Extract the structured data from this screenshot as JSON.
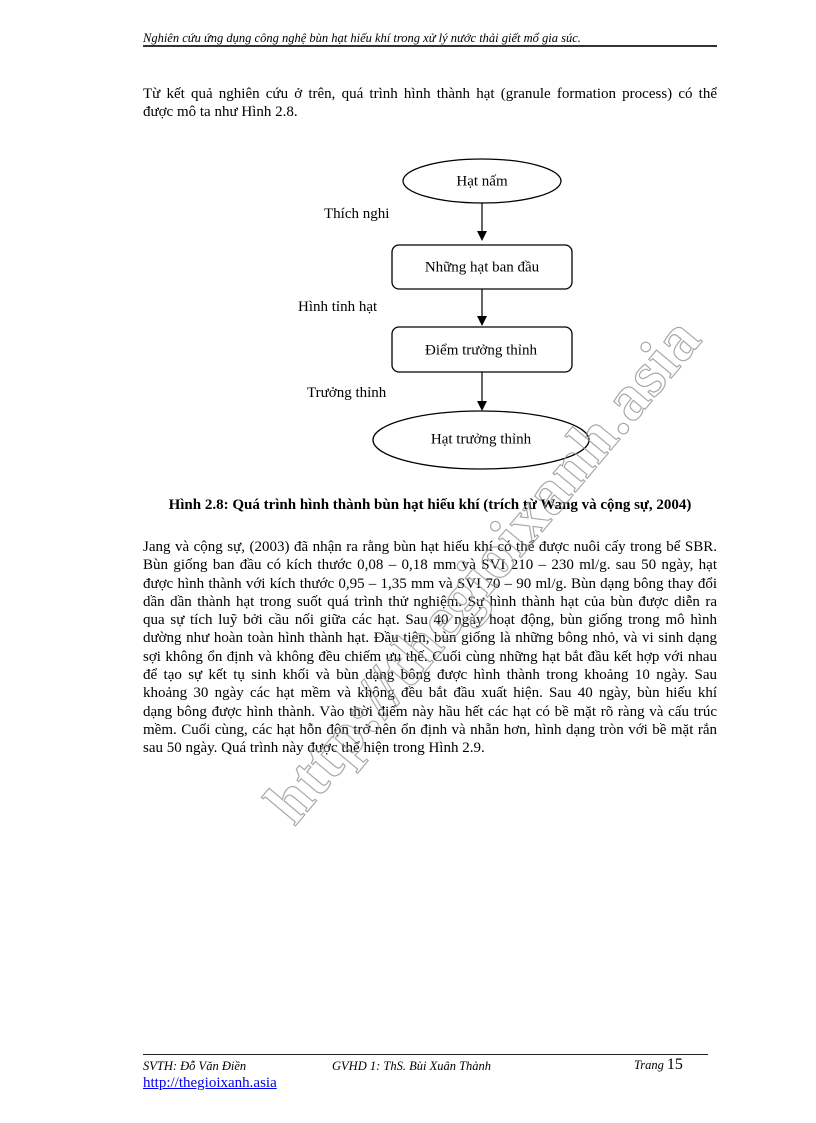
{
  "header": {
    "running_title": "Nghiên cứu ứng dụng công nghệ bùn hạt hiếu khí trong xử lý nước thải giết mổ gia súc."
  },
  "intro_paragraph": {
    "lines": [
      "Từ kết quả nghiên cứu ở trên, quá trình hình thành hạt (granule formation process) có thể",
      "được mô ta như Hình 2.8."
    ]
  },
  "flowchart": {
    "nodes": [
      {
        "id": "n1",
        "shape": "ellipse",
        "label": "Hạt nấm"
      },
      {
        "id": "n2",
        "shape": "rounded-rect",
        "label": "Những hạt ban đầu"
      },
      {
        "id": "n3",
        "shape": "rounded-rect",
        "label": "Điểm trưởng thỉnh"
      },
      {
        "id": "n4",
        "shape": "ellipse",
        "label": "Hạt trưởng thỉnh"
      }
    ],
    "edges": [
      {
        "from": "n1",
        "to": "n2",
        "label": "Thích nghi"
      },
      {
        "from": "n2",
        "to": "n3",
        "label": "Hình tỉnh hạt"
      },
      {
        "from": "n3",
        "to": "n4",
        "label": "Trưởng thỉnh"
      }
    ]
  },
  "figure": {
    "caption": "Hình 2.8: Quá trình hình thành bùn hạt hiếu khí (trích từ Wang và cộng sự, 2004)"
  },
  "body_paragraph": {
    "lines": [
      "Jang và cộng sự, (2003) đã nhận ra rằng bùn hạt hiếu khí có thể được nuôi cấy trong bể SBR.",
      "Bùn giống ban đầu có kích thước 0,08 – 0,18 mm và SVI 210 – 230 ml/g. sau 50 ngày, hạt",
      "được hình thành với kích thước 0,95 – 1,35 mm và SVI 70 – 90 ml/g. Bùn dạng bông thay đổi",
      "dần dần thành hạt trong suốt quá trình thử  nghiệm. Sự hình thành hạt của bùn được diễn ra",
      "qua sự tích luỹ bởi cầu nối giữa các hạt. Sau 40 ngày hoạt động,  bùn giống trong mô hình",
      "dường như hoàn toàn hình thành hạt. Đầu tiên, bùn giống là những bông nhỏ, và vi sinh dạng",
      "sợi không ổn định và không đều chiếm ưu thế. Cuối cùng những hạt  bắt đầu kết hợp với nhau",
      "để tạo sự kết tụ sinh khối và bùn dạng bông được hình thành trong khoảng 10 ngày. Sau",
      "khoảng 30 ngày các hạt mềm và không đều bắt đầu xuất hiện. Sau 40 ngày,  bùn hiếu khí",
      "dạng bông  được hình thành. Vào thời điểm này hầu hết các hạt có bề mặt rõ ràng và cấu trúc",
      "mềm. Cuối cùng, các hạt hỗn độn  trở nên ổn định và nhẵn hơn, hình dạng tròn với bề mặt rắn",
      "sau 50 ngày. Quá trình này được thể hiện trong Hình 2.9."
    ]
  },
  "footer": {
    "student": "SVTH: Đỗ Văn Điền",
    "advisor": "GVHD 1: ThS. Bùi Xuân Thành",
    "page_label": "Trang",
    "page_number": "15",
    "link": "http://thegioixanh.asia"
  },
  "watermark": {
    "text": "http://thegioixanh.asia",
    "color": "#9a9a9a"
  },
  "colors": {
    "text": "#000000",
    "link": "#0000ee",
    "rule": "#333333"
  }
}
